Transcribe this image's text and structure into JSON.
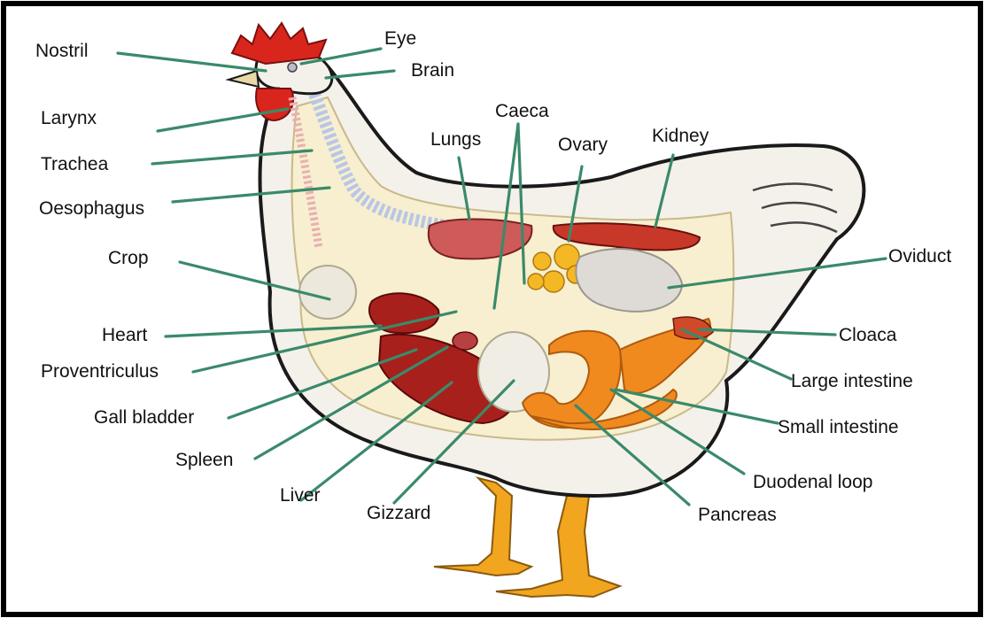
{
  "diagram": {
    "colors": {
      "leader": "#3a8a6a",
      "outline": "#1a1a1a",
      "comb": "#d9261c",
      "muscle": "#a8201c",
      "intestine": "#f08a1e",
      "yolk": "#f4b824",
      "lung": "#cf5a5a",
      "spine": "#b9c6e6",
      "leg": "#f2a51f"
    },
    "labels": {
      "nostril": "Nostril",
      "eye": "Eye",
      "brain": "Brain",
      "larynx": "Larynx",
      "trachea": "Trachea",
      "oesophagus": "Oesophagus",
      "crop": "Crop",
      "heart": "Heart",
      "proventriculus": "Proventriculus",
      "gall_bladder": "Gall bladder",
      "spleen": "Spleen",
      "liver": "Liver",
      "gizzard": "Gizzard",
      "caeca": "Caeca",
      "lungs": "Lungs",
      "ovary": "Ovary",
      "kidney": "Kidney",
      "oviduct": "Oviduct",
      "cloaca": "Cloaca",
      "large_intestine": "Large intestine",
      "small_intestine": "Small intestine",
      "duodenal_loop": "Duodenal loop",
      "pancreas": "Pancreas"
    }
  }
}
